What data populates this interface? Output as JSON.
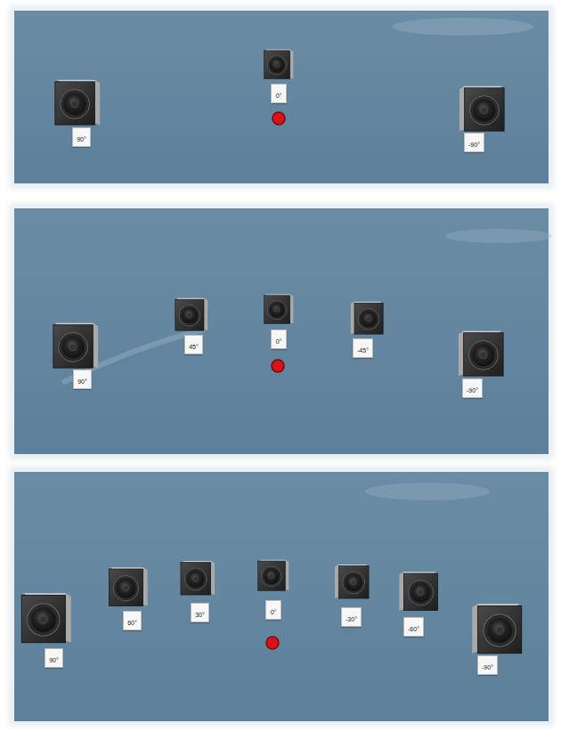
{
  "diagram": {
    "nodes": [
      {
        "text": [
          "90°"
        ]
      },
      {
        "text": [
          "0°"
        ]
      },
      {
        "text": [
          "-90°"
        ]
      },
      {
        "text": [
          "90°"
        ]
      },
      {
        "text": [
          "45°"
        ]
      },
      {
        "text": [
          "0°"
        ]
      },
      {
        "text": [
          "-45°"
        ]
      },
      {
        "text": [
          "-90°"
        ]
      },
      {
        "text": [
          "90°"
        ]
      },
      {
        "text": [
          "60°"
        ]
      },
      {
        "text": [
          "30°"
        ]
      },
      {
        "text": [
          "0°"
        ]
      },
      {
        "text": [
          "-30°"
        ]
      },
      {
        "text": [
          "-60°"
        ]
      },
      {
        "text": [
          "-90°"
        ]
      }
    ]
  }
}
